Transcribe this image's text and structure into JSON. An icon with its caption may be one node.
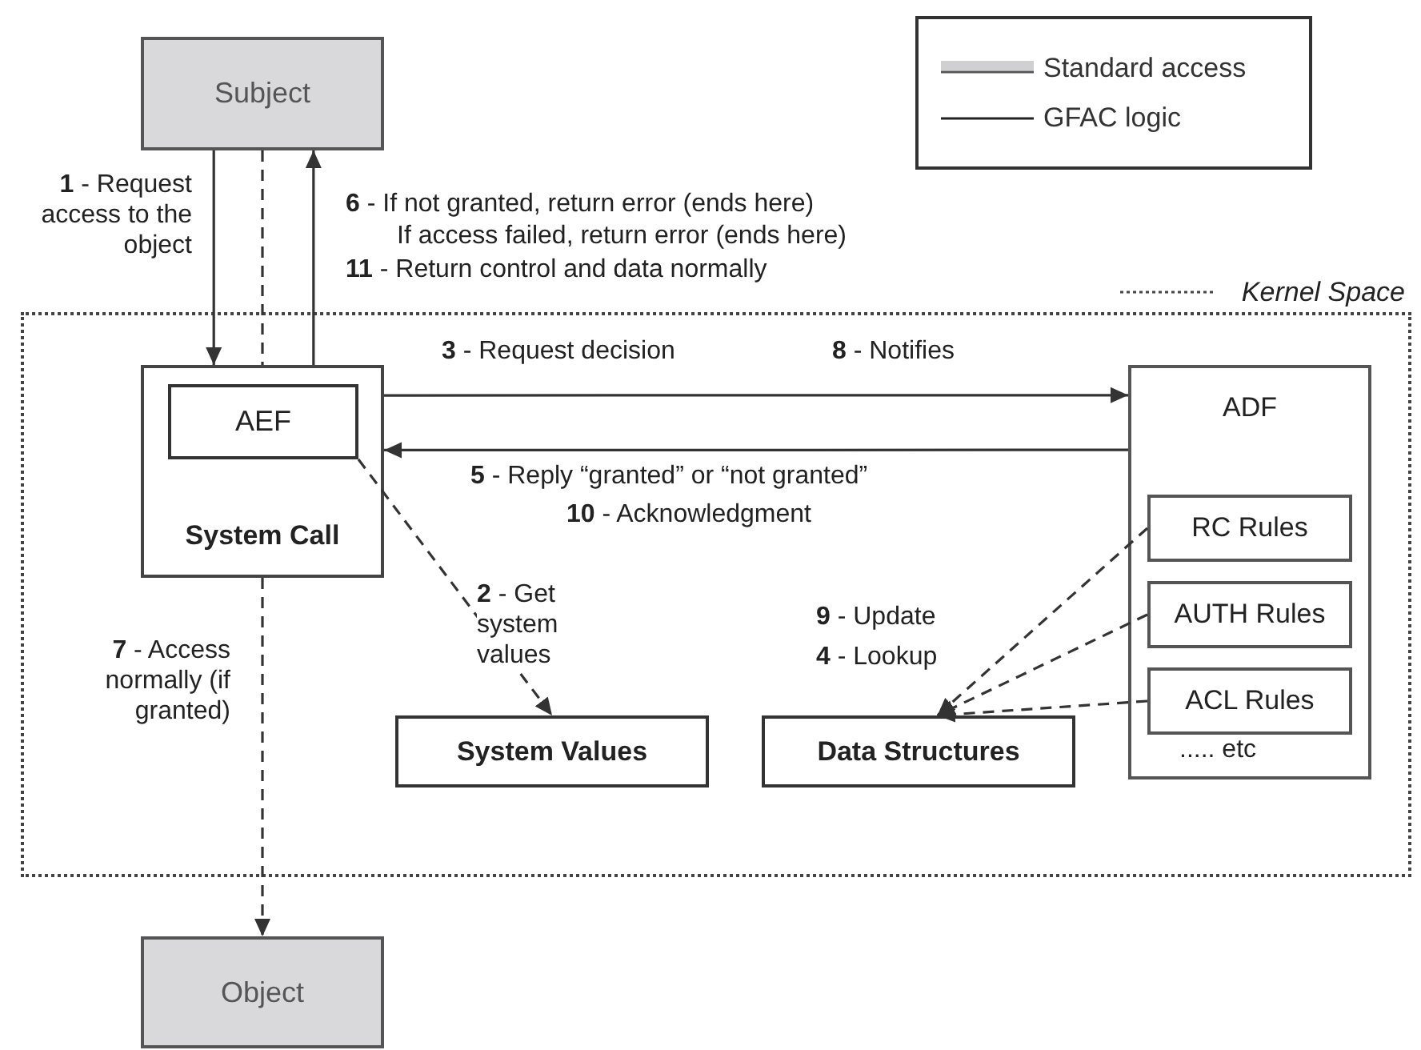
{
  "diagram": {
    "nodes": [
      {
        "text": [
          "Subject"
        ]
      },
      {
        "text": [
          "Kernel Space"
        ]
      },
      {
        "text": [
          "System Call"
        ],
        "in": 1
      },
      {
        "text": [
          "AEF"
        ],
        "in": 2
      },
      {
        "text": [
          "ADF",
          "..... etc"
        ],
        "in": 1
      },
      {
        "text": [
          "RC Rules"
        ],
        "in": 4
      },
      {
        "text": [
          "AUTH Rules"
        ],
        "in": 4
      },
      {
        "text": [
          "ACL Rules"
        ],
        "in": 4
      },
      {
        "text": [
          "System Values"
        ],
        "in": 1
      },
      {
        "text": [
          "Data Structures"
        ],
        "in": 1
      },
      {
        "text": [
          "Object"
        ]
      }
    ],
    "edges": [
      {
        "from": 0,
        "to": 2,
        "arrow": "to",
        "label": "**1** - Request access to the object"
      },
      {
        "from": 0,
        "to": 2,
        "arrow": "none",
        "style": "dashed"
      },
      {
        "from": 2,
        "to": 0,
        "arrow": "to",
        "label": "**6** - If not granted, return error (ends here)"
      },
      {
        "from": 2,
        "to": 4,
        "arrow": "to",
        "label": "**3** - Request decision"
      },
      {
        "from": 4,
        "to": 2,
        "arrow": "to",
        "label": "**5** - Reply “granted” or “not granted”"
      },
      {
        "from": 3,
        "to": 8,
        "arrow": "to",
        "style": "dashed",
        "label": "**2** - Get system values"
      },
      {
        "from": 5,
        "to": 9,
        "arrow": "to",
        "style": "dashed"
      },
      {
        "from": 6,
        "to": 9,
        "arrow": "to",
        "style": "dashed"
      },
      {
        "from": 7,
        "to": 9,
        "arrow": "to",
        "style": "dashed"
      },
      {
        "from": 2,
        "to": 10,
        "arrow": "to",
        "style": "dashed",
        "label": "**7** - Access normally (if granted)"
      }
    ],
    "labels": [
      "If access failed, return error (ends here)",
      "**11** - Return control and data normally",
      "**8** - Notifies",
      "**10** - Acknowledgment",
      "**9** - Update",
      "**4** - Lookup"
    ],
    "legend": [
      {
        "text": "Standard access"
      },
      {
        "text": "GFAC logic"
      }
    ]
  }
}
